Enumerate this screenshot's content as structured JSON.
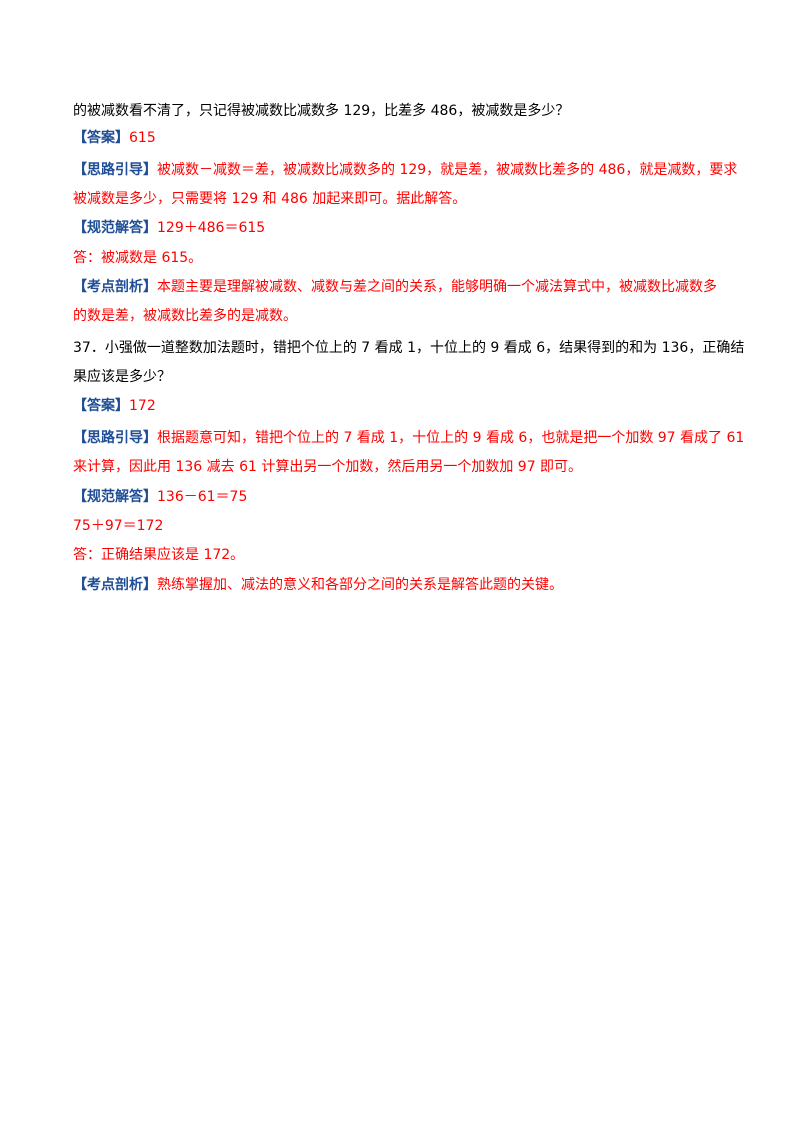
{
  "colors": {
    "label": "#1f4e96",
    "answer": "#ff0000",
    "text": "#000000"
  },
  "q36": {
    "question_tail": "的被减数看不清了，只记得被减数比减数多 129，比差多 486，被减数是多少？",
    "answer_label": "【答案】",
    "answer": "615",
    "guide_label": "【思路引导】",
    "guide_1": "被减数－减数＝差，被减数比减数多的 129，就是差，被减数比差多的 486，就是减数，要求",
    "guide_2": "被减数是多少，只需要将 129 和 486 加起来即可。据此解答。",
    "solution_label": "【规范解答】",
    "solution_1": "129＋486＝615",
    "final": "答：被减数是 615。",
    "analysis_label": "【考点剖析】",
    "analysis_1": "本题主要是理解被减数、减数与差之间的关系，能够明确一个减法算式中，被减数比减数多",
    "analysis_2": "的数是差，被减数比差多的是减数。"
  },
  "q37": {
    "question_1": "37．小强做一道整数加法题时，错把个位上的 7 看成 1，十位上的 9 看成 6，结果得到的和为 136，正确结",
    "question_2": "果应该是多少？",
    "answer_label": "【答案】",
    "answer": "172",
    "guide_label": "【思路引导】",
    "guide_1": "根据题意可知，错把个位上的 7 看成 1，十位上的 9 看成 6，也就是把一个加数 97 看成了 61",
    "guide_2": "来计算，因此用 136 减去 61 计算出另一个加数，然后用另一个加数加 97 即可。",
    "solution_label": "【规范解答】",
    "solution_1": "136－61＝75",
    "solution_2": "75＋97＝172",
    "final": "答：正确结果应该是 172。",
    "analysis_label": "【考点剖析】",
    "analysis_1": "熟练掌握加、减法的意义和各部分之间的关系是解答此题的关键。"
  }
}
